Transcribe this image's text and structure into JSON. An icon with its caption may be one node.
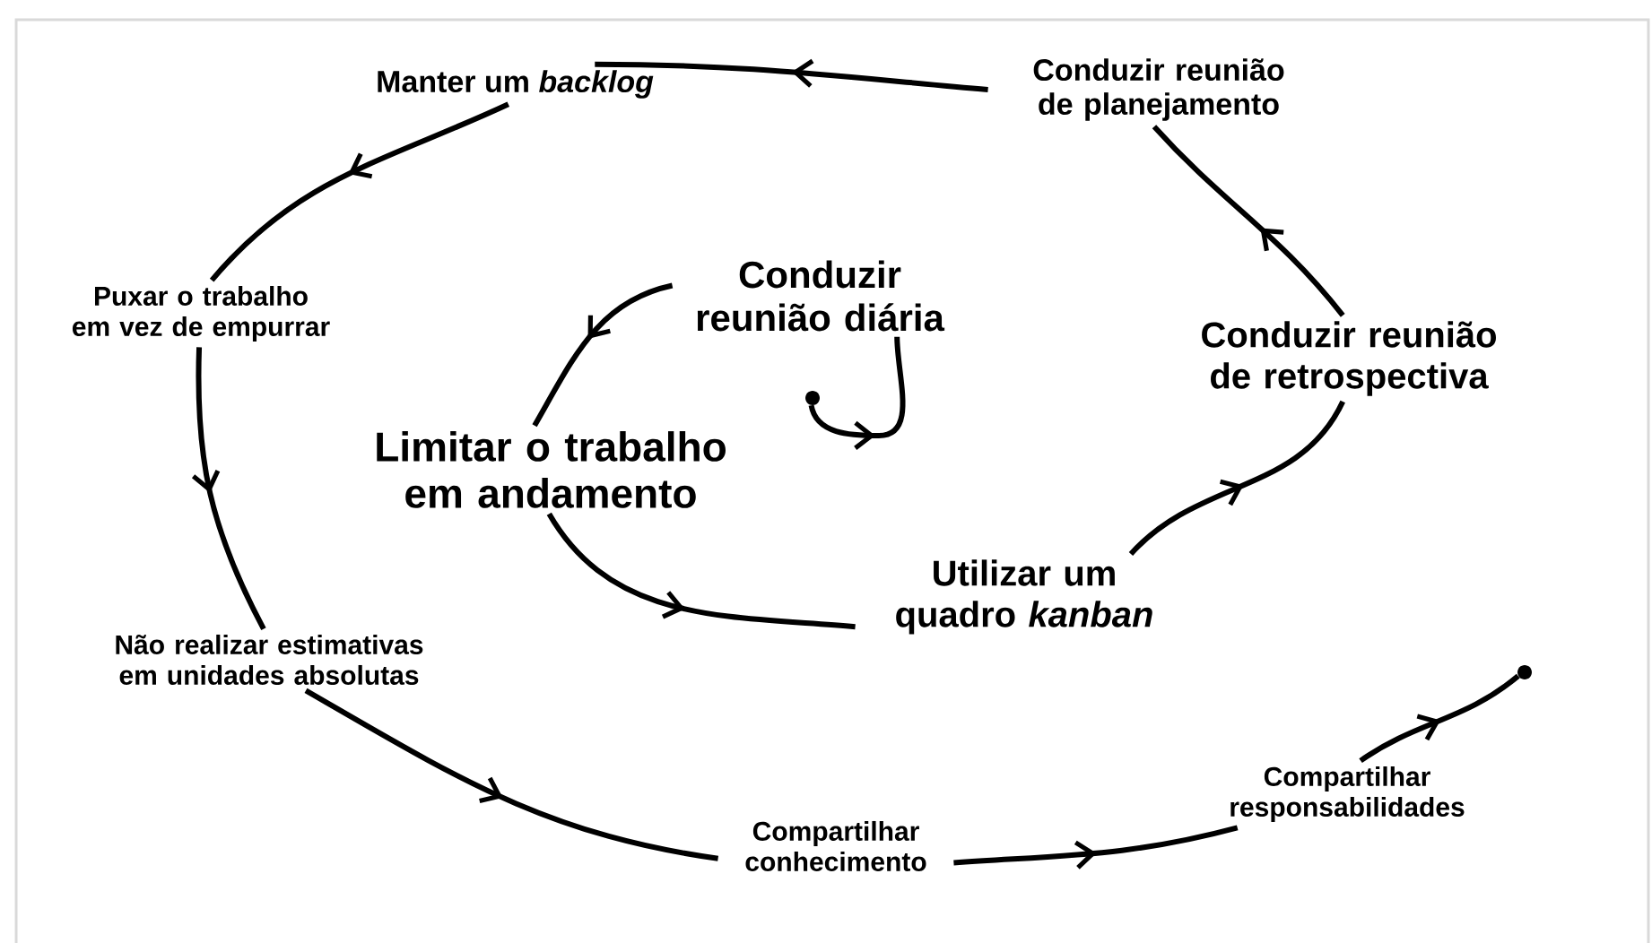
{
  "diagram": {
    "nodes": [
      {
        "text": [],
        "shape": "circle"
      },
      {
        "text": [
          "Conduzir reunião diária"
        ]
      },
      {
        "text": [
          "Limitar o trabalho em andamento"
        ]
      },
      {
        "text": [
          "Utilizar um quadro *kanban*"
        ]
      },
      {
        "text": [
          "Conduzir reunião de retrospectiva"
        ]
      },
      {
        "text": [
          "Conduzir reunião de planejamento"
        ]
      },
      {
        "text": [
          "Manter um *backlog*"
        ]
      },
      {
        "text": [
          "Puxar o trabalho em vez de empurrar"
        ]
      },
      {
        "text": [
          "Não realizar estimativas em unidades absolutas"
        ]
      },
      {
        "text": [
          "Compartilhar conhecimento"
        ]
      },
      {
        "text": [
          "Compartilhar responsabilidades"
        ]
      },
      {
        "text": [],
        "shape": "circle"
      }
    ],
    "edges": [
      {
        "from": 0,
        "to": 1,
        "arrow": "to"
      },
      {
        "from": 1,
        "to": 2,
        "arrow": "to"
      },
      {
        "from": 2,
        "to": 3,
        "arrow": "to"
      },
      {
        "from": 3,
        "to": 4,
        "arrow": "to"
      },
      {
        "from": 4,
        "to": 5,
        "arrow": "to"
      },
      {
        "from": 5,
        "to": 6,
        "arrow": "to"
      },
      {
        "from": 6,
        "to": 7,
        "arrow": "to"
      },
      {
        "from": 7,
        "to": 8,
        "arrow": "to"
      },
      {
        "from": 8,
        "to": 9,
        "arrow": "to"
      },
      {
        "from": 9,
        "to": 10,
        "arrow": "to"
      },
      {
        "from": 10,
        "to": 11,
        "arrow": "to"
      }
    ]
  }
}
